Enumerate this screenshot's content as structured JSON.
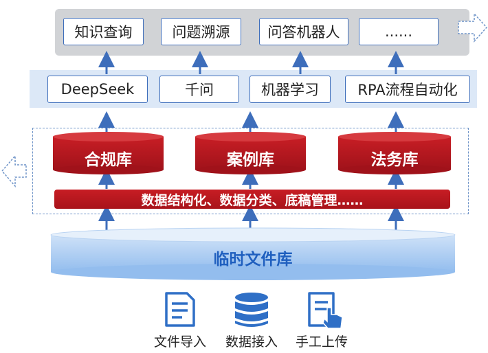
{
  "applications": [
    "知识查询",
    "问题溯源",
    "问答机器人",
    "......"
  ],
  "tools": [
    "DeepSeek",
    "千问",
    "机器学习",
    "RPA流程自动化"
  ],
  "libraries": [
    "合规库",
    "案例库",
    "法务库"
  ],
  "processing": "数据结构化、数据分类、底稿管理……",
  "temp_library": "临时文件库",
  "sources": [
    {
      "label": "文件导入",
      "icon": "document-icon"
    },
    {
      "label": "数据接入",
      "icon": "database-icon"
    },
    {
      "label": "手工上传",
      "icon": "hand-upload-icon"
    }
  ],
  "colors": {
    "blue": "#3e6ebb",
    "red": "#c71d24",
    "light_blue": "#9cc3ef",
    "gray_band": "#d1d3d6"
  }
}
